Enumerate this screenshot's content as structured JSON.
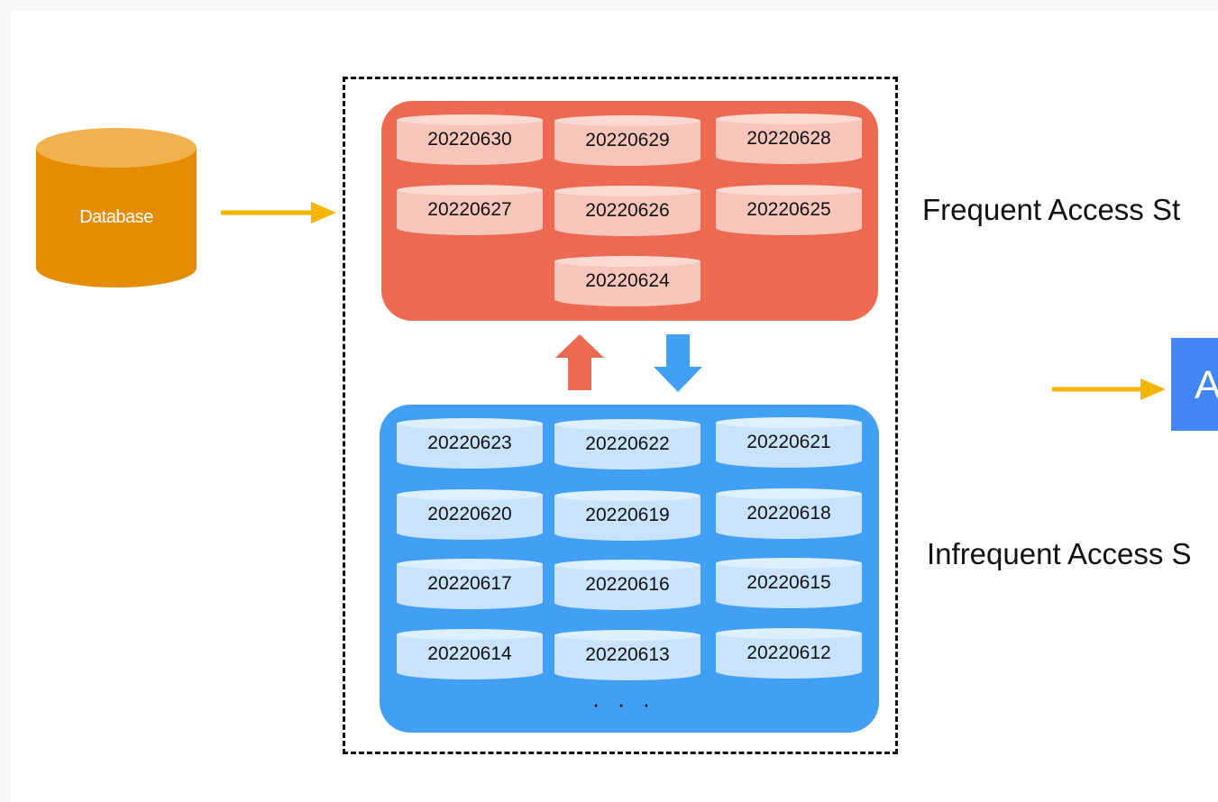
{
  "database": {
    "label": "Database"
  },
  "hot_storage": {
    "label": "Frequent Access St",
    "partitions": [
      "20220630",
      "20220629",
      "20220628",
      "20220627",
      "20220626",
      "20220625",
      "20220624"
    ]
  },
  "cold_storage": {
    "label": "Infrequent Access S",
    "partitions": [
      "20220623",
      "20220622",
      "20220621",
      "20220620",
      "20220619",
      "20220618",
      "20220617",
      "20220616",
      "20220615",
      "20220614",
      "20220613",
      "20220612"
    ],
    "more": "· · ·"
  },
  "analysis": {
    "label": "A"
  },
  "colors": {
    "database": "#e58d00",
    "database_top": "#f0b24e",
    "hot": "#ec6a52",
    "cold": "#42a0f4",
    "arrow": "#f5b400",
    "analysis": "#4285f4"
  }
}
